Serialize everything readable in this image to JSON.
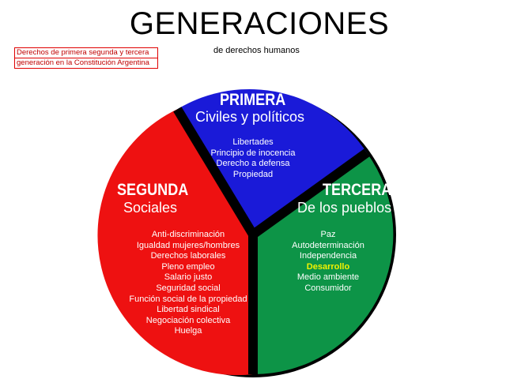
{
  "title": "GENERACIONES",
  "subtitle": "de derechos humanos",
  "note_lines": [
    "Derechos de primera segunda y tercera",
    "generación en la Constitución Argentina"
  ],
  "colors": {
    "primera": "#1a1ad8",
    "segunda": "#ee1111",
    "tercera": "#0d9447",
    "outline": "#000000",
    "highlight": "#f2f200"
  },
  "primera": {
    "heading": "PRIMERA",
    "category": "Civiles y políticos",
    "items": [
      "Libertades",
      "Principio de inocencia",
      "Derecho a defensa",
      "Propiedad"
    ]
  },
  "segunda": {
    "heading": "SEGUNDA",
    "category": "Sociales",
    "items": [
      "Anti-discriminación",
      "Igualdad mujeres/hombres",
      "Derechos laborales",
      "Pleno empleo",
      "Salario justo",
      "Seguridad social",
      "Función social de la propiedad",
      "Libertad sindical",
      "Negociación colectiva",
      "Huelga"
    ]
  },
  "tercera": {
    "heading": "TERCERA",
    "category": "De los pueblos",
    "items": [
      "Paz",
      "Autodeterminación",
      "Independencia",
      "Desarrollo",
      "Medio ambiente",
      "Consumidor"
    ],
    "highlighted_item": "Desarrollo"
  }
}
